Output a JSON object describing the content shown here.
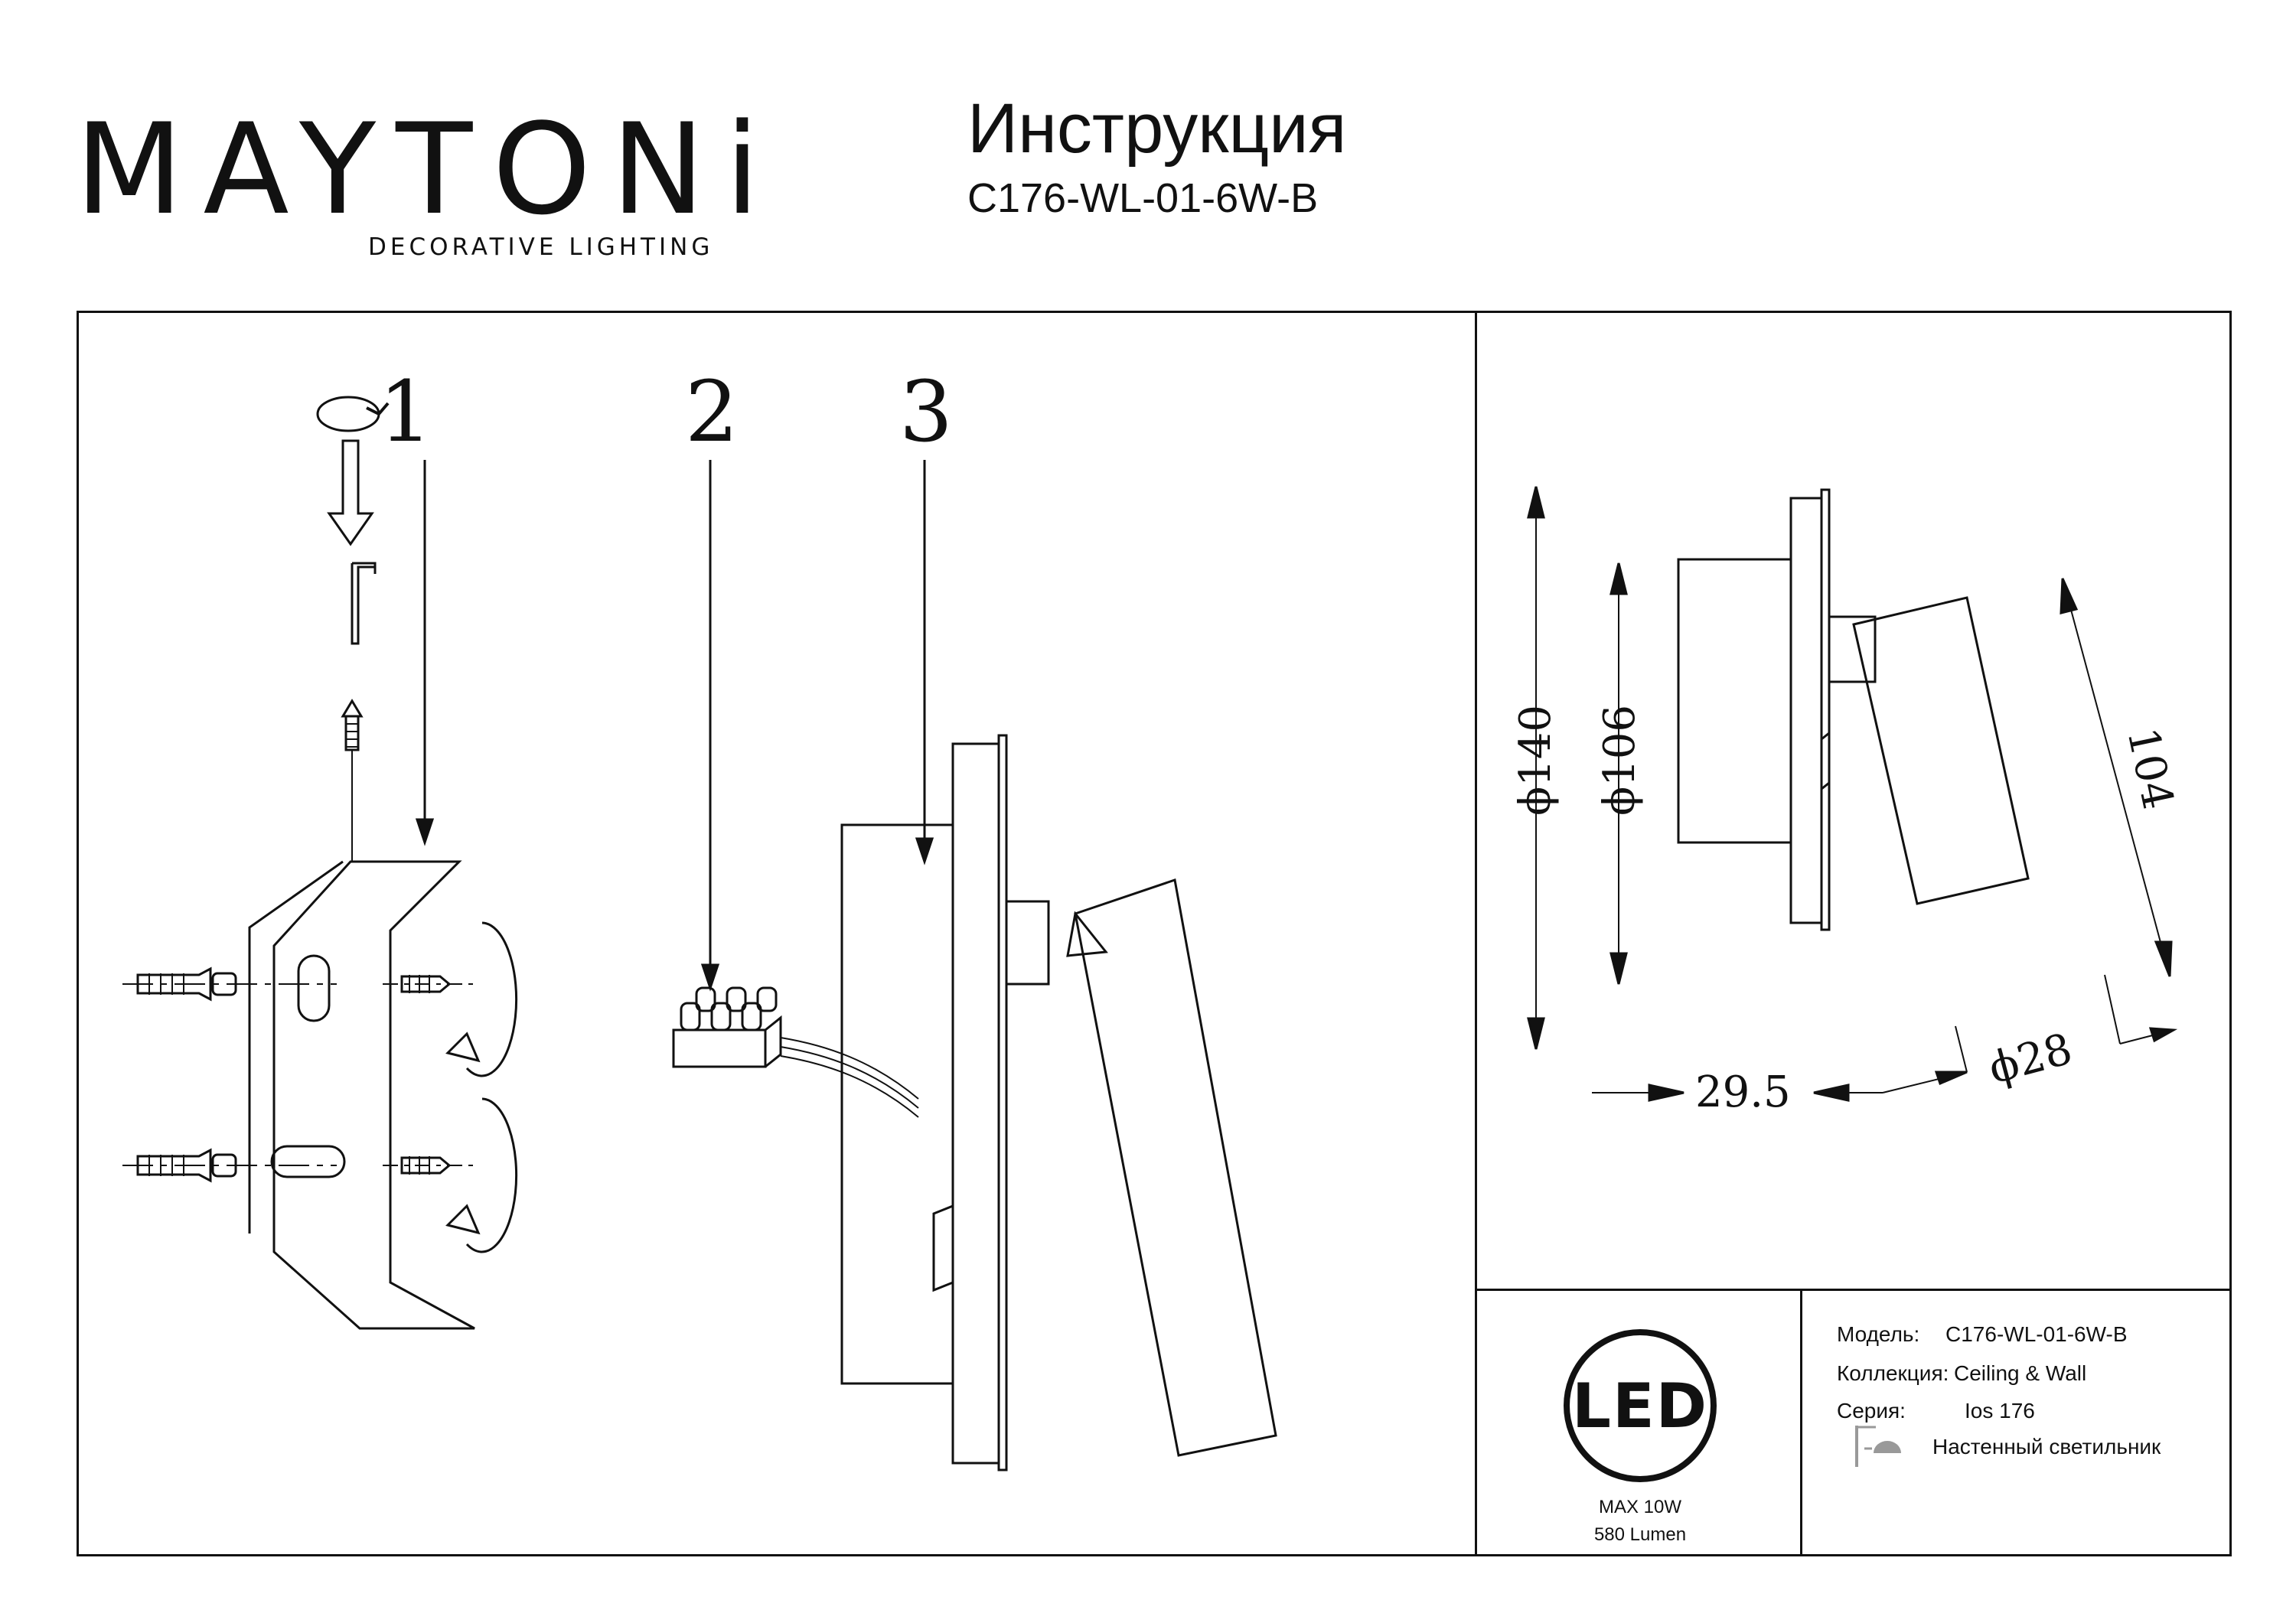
{
  "header": {
    "brand": "MAYTONi",
    "brand_tagline": "DECORATIVE LIGHTING",
    "title": "Инструкция",
    "model_code": "C176-WL-01-6W-B"
  },
  "assembly": {
    "steps": [
      "1",
      "2",
      "3"
    ]
  },
  "dimensions": {
    "backplate_diameter": "ϕ140",
    "body_diameter": "ϕ106",
    "head_length": "104",
    "depth": "29.5",
    "head_diameter": "ϕ28"
  },
  "specs": {
    "led_badge": "LED",
    "max_power": "MAX 10W",
    "luminous_flux": "580 Lumen",
    "model_label": "Модель:",
    "model_value": "C176-WL-01-6W-B",
    "collection_label": "Коллекция:",
    "collection_value": "Ceiling & Wall",
    "series_label": "Серия:",
    "series_value": "Ios 176",
    "type_value": "Настенный светильник"
  },
  "icons": [
    "rotate-icon",
    "down-arrow-icon",
    "allen-key-icon",
    "screw-icon",
    "wall-plug-icon",
    "rotate-arrow-icon",
    "wall-lamp-icon"
  ]
}
